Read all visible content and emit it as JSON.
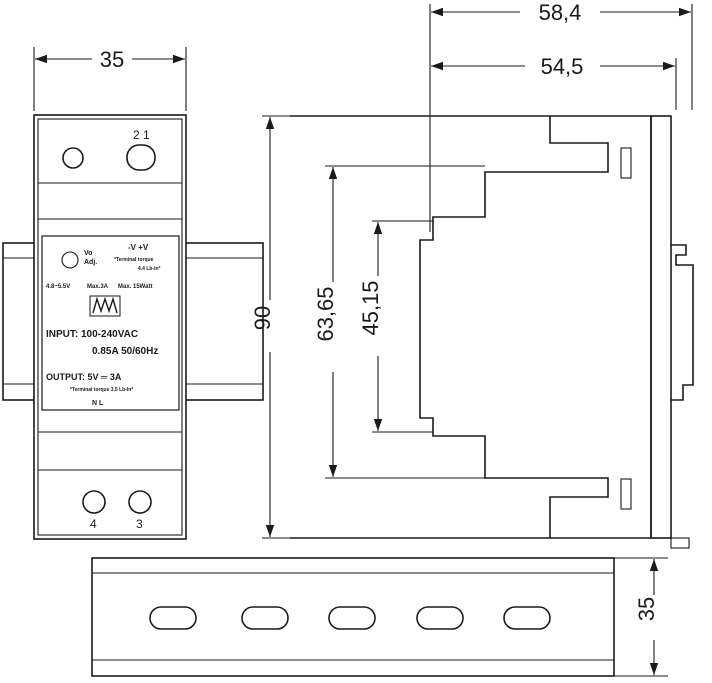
{
  "dimensions": {
    "front_width": "35",
    "total_depth": "58,4",
    "body_depth": "54,5",
    "height": "90",
    "mid_height": "63,65",
    "inner_height": "45,15",
    "rail_height": "35"
  },
  "terminals": {
    "top": "2 1",
    "bottom_left": "4",
    "bottom_right": "3"
  },
  "label": {
    "adj": "Vo\nAdj.",
    "polarity": "-V   +V",
    "torque_top": "*Terminal torque\n4.4 Lb-In*",
    "range": "4.8~5.5V",
    "max_current": "Max.3A",
    "max_power": "Max. 15Watt",
    "input": "INPUT: 100-240VAC",
    "input_current": "0.85A  50/60Hz",
    "output": "OUTPUT:   5V ═ 3A",
    "torque_bottom": "*Terminal torque 3.5 Lb-In*",
    "terminals_bottom": "N          L"
  }
}
